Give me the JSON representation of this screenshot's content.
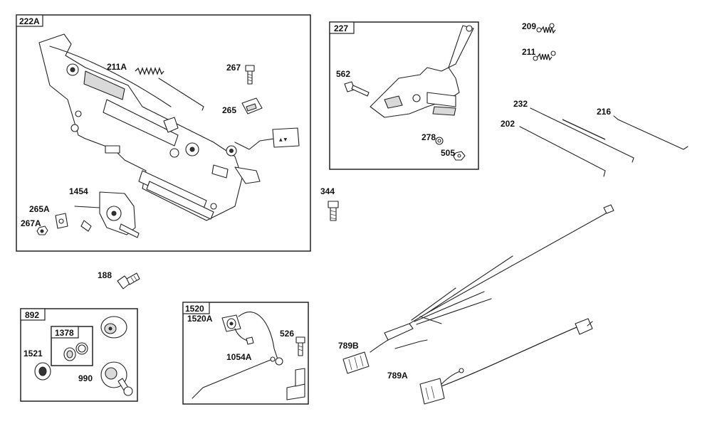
{
  "groups": {
    "g222A": "222A",
    "g227": "227",
    "g892": "892",
    "g1378": "1378",
    "g1520": "1520"
  },
  "parts": {
    "p211A": "211A",
    "p267": "267",
    "p265": "265",
    "p1454": "1454",
    "p265A": "265A",
    "p267A": "267A",
    "p562": "562",
    "p278": "278",
    "p505": "505",
    "p209": "209",
    "p211": "211",
    "p232": "232",
    "p216": "216",
    "p202": "202",
    "p344": "344",
    "p188": "188",
    "p1521": "1521",
    "p990": "990",
    "p1520A": "1520A",
    "p526": "526",
    "p1054A": "1054A",
    "p789B": "789B",
    "p789A": "789A"
  },
  "colors": {
    "line": "#222222",
    "fill": "#ffffff",
    "shade": "#d9d9d9"
  }
}
